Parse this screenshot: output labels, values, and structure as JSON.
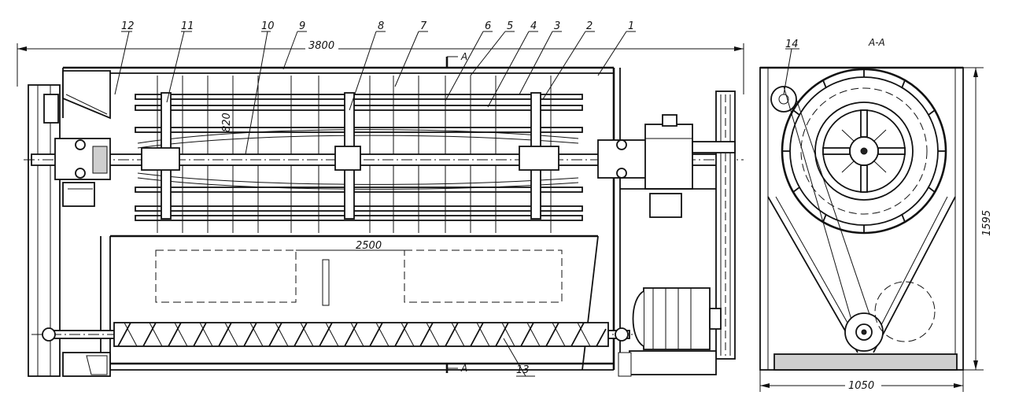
{
  "part_labels": [
    "1",
    "2",
    "3",
    "4",
    "5",
    "6",
    "7",
    "8",
    "9",
    "10",
    "11",
    "12",
    "13",
    "14"
  ],
  "dimensions": {
    "overall_length": "3800",
    "drum_length": "2500",
    "drum_diameter": "820",
    "section_width": "1050",
    "section_height": "1595"
  },
  "section_marks": {
    "cut_top": "A",
    "cut_bottom": "A",
    "section_title": "A-A"
  }
}
